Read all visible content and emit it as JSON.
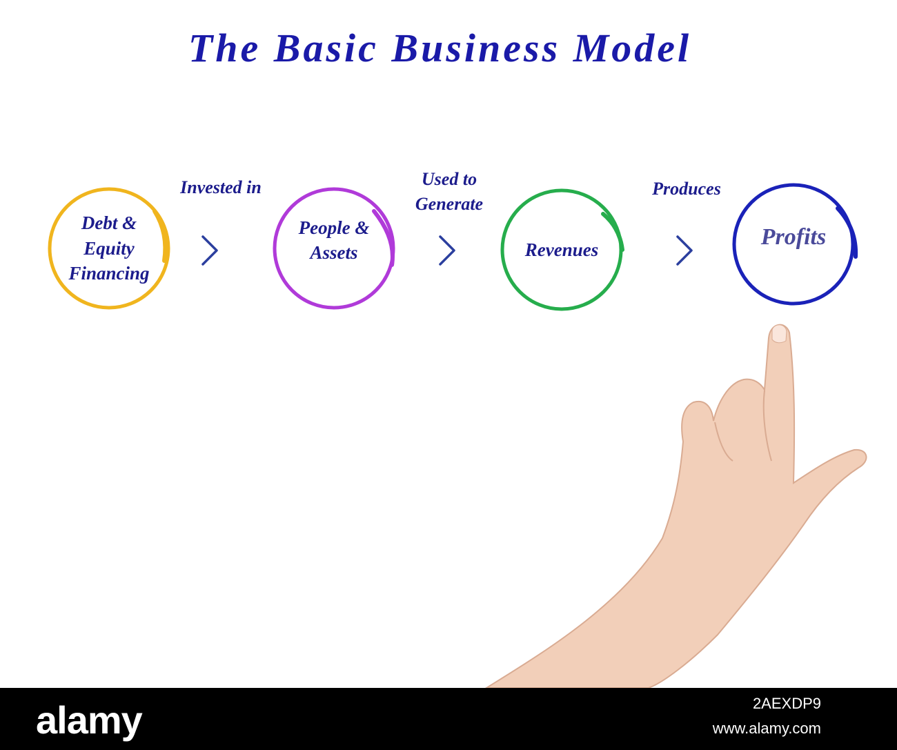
{
  "title": "The Basic Business Model",
  "nodes": [
    {
      "label": "Debt &\nEquity\nFinancing",
      "color": "#f0b51e"
    },
    {
      "label": "People &\nAssets",
      "color": "#b03ad9"
    },
    {
      "label": "Revenues",
      "color": "#26ad4c"
    },
    {
      "label": "Profits",
      "color": "#1a22b8"
    }
  ],
  "connectors": [
    {
      "label": "Invested in"
    },
    {
      "label": "Used to\nGenerate"
    },
    {
      "label": "Produces"
    }
  ],
  "chevron_icon": "chevron-right-icon",
  "colors": {
    "title": "#1a1aa8",
    "text": "#1c1c8c",
    "chevron": "#2b3f9e",
    "footer": "#000000"
  },
  "footer": {
    "brand": "alamy",
    "image_id": "2AEXDP9",
    "site": "www.alamy.com"
  }
}
